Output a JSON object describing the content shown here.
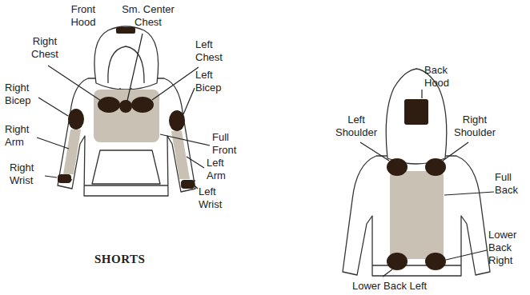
{
  "diagram": {
    "labels": [
      "Front Hood",
      "Sm. Center Chest",
      "Right Chest",
      "Left Chest",
      "Right Bicep",
      "Left Bicep",
      "Full Front",
      "Right Arm",
      "Left Arm",
      "Right Wrist",
      "Left Wrist",
      "Back Hood",
      "Left Shoulder",
      "Right Shoulder",
      "Full Back",
      "Lower Back Right",
      "Lower Back Left",
      "SHORTS"
    ]
  }
}
